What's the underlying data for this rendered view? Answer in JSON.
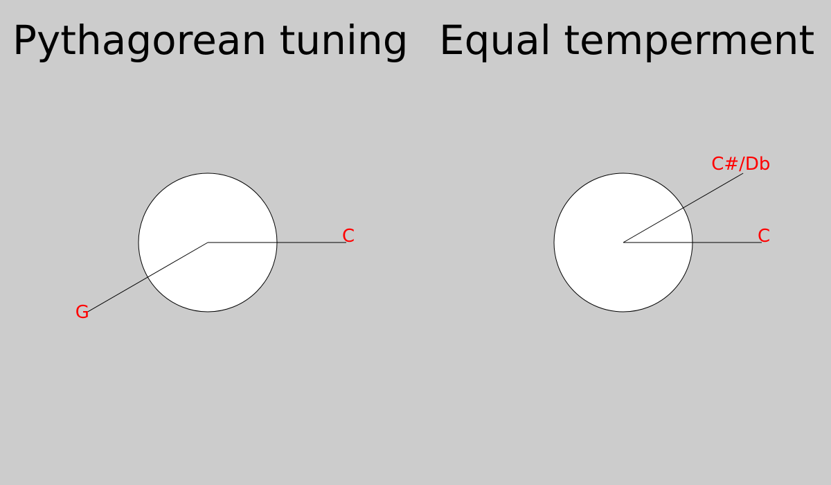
{
  "colors": {
    "background": "#cccccc",
    "circle_fill": "#ffffff",
    "stroke": "#000000",
    "note_label": "#ff0000"
  },
  "panels": [
    {
      "title": "Pythagorean tuning",
      "notes": [
        {
          "label": "C",
          "angle_deg": 0
        },
        {
          "label": "G",
          "angle_deg": 210
        }
      ]
    },
    {
      "title": "Equal temperment",
      "notes": [
        {
          "label": "C",
          "angle_deg": 0
        },
        {
          "label": "C#/Db",
          "angle_deg": 30
        }
      ]
    }
  ]
}
